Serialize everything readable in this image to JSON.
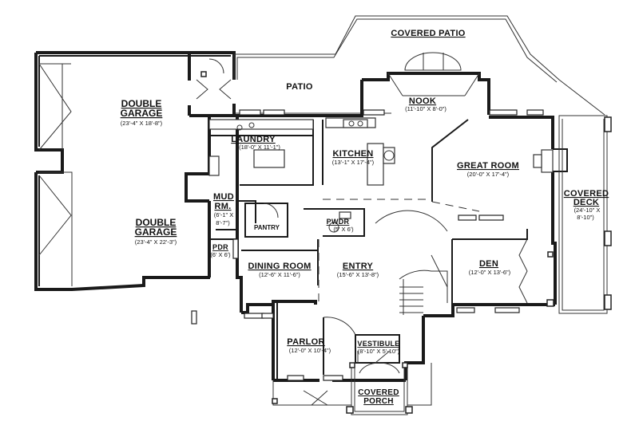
{
  "rooms": {
    "covered_patio": {
      "name": "COVERED PATIO"
    },
    "patio": {
      "name": "PATIO"
    },
    "double_garage_1": {
      "name_line1": "DOUBLE",
      "name_line2": "GARAGE",
      "dims": "(23'-4\" X 18'-8\")"
    },
    "double_garage_2": {
      "name_line1": "DOUBLE",
      "name_line2": "GARAGE",
      "dims": "(23'-4\" X 22'-3\")"
    },
    "laundry": {
      "name": "LAUNDRY",
      "dims": "(18'-0\" X 11'-1\")"
    },
    "nook": {
      "name": "NOOK",
      "dims": "(11'-10\" X 8'-0\")"
    },
    "kitchen": {
      "name": "KITCHEN",
      "dims": "(13'-1\" X 17'-4\")"
    },
    "great_room": {
      "name": "GREAT ROOM",
      "dims": "(20'-0\" X 17'-4\")"
    },
    "covered_deck": {
      "name_line1": "COVERED",
      "name_line2": "DECK",
      "dims_line1": "(24'-10\" X",
      "dims_line2": "8'-10\")"
    },
    "mud_rm": {
      "name_line1": "MUD",
      "name_line2": "RM.",
      "dims_line1": "(6'-1\" X",
      "dims_line2": "8'-7\")"
    },
    "pantry": {
      "name": "PANTRY"
    },
    "pwdr": {
      "name": "PWDR",
      "dims": "(5' X 6')"
    },
    "pdr": {
      "name": "PDR",
      "dims": "(6' X 6')"
    },
    "dining_room": {
      "name": "DINING ROOM",
      "dims": "(12'-6\" X 11'-6\")"
    },
    "entry": {
      "name": "ENTRY",
      "dims": "(15'-6\" X 13'-8\")"
    },
    "den": {
      "name": "DEN",
      "dims": "(12'-0\" X 13'-6\")"
    },
    "parlor": {
      "name": "PARLOR",
      "dims": "(12'-0\" X 10'-4\")"
    },
    "vestibule": {
      "name": "VESTIBULE",
      "dims": "(8'-10\" X 5'-10\")"
    },
    "covered_porch": {
      "name_line1": "COVERED",
      "name_line2": "PORCH"
    }
  }
}
